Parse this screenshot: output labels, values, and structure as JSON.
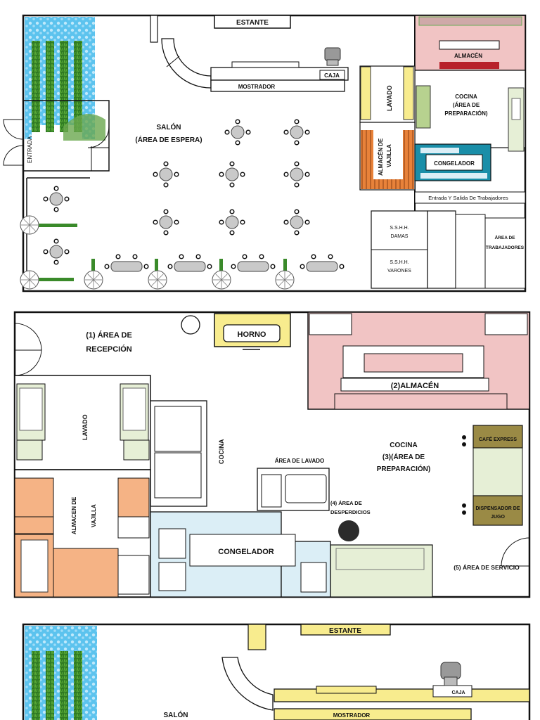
{
  "plan1": {
    "shelf": "ESTANTE",
    "counter": "MOSTRADOR",
    "cashier": "CAJA",
    "storage": "ALMACÉN",
    "kitchen": [
      "COCINA",
      "(ÁREA DE",
      "PREPARACIÓN)"
    ],
    "lounge": [
      "SALÓN",
      "(ÁREA DE ESPERA)"
    ],
    "washing": "LAVADO",
    "tableware": [
      "ALMACÉN DE",
      "VAJILLA"
    ],
    "freezer": "CONGELADOR",
    "staff_door": "Entrada Y Salida De Trabajadores",
    "ladies": [
      "S.S.H.H.",
      "DAMAS"
    ],
    "men": [
      "S.S.H.H.",
      "VARONES"
    ],
    "staff_area": [
      "ÁREA DE",
      "TRABAJADORES"
    ],
    "entrance": "ENTRADA"
  },
  "plan2": {
    "reception": [
      "(1) ÁREA DE",
      "RECEPCIÓN"
    ],
    "oven": "HORNO",
    "storage": "(2)ALMACÉN",
    "kitchen": [
      "COCINA",
      "(3)(ÁREA DE",
      "PREPARACIÓN)"
    ],
    "espresso": "CAFÉ EXPRESS",
    "juice": [
      "DISPENSADOR DE",
      "JUGO"
    ],
    "washing": "LAVADO",
    "cooking": "COCINA",
    "wash_area": "ÁREA DE LAVADO",
    "waste": [
      "(4) ÁREA DE",
      "DESPERDICIOS"
    ],
    "tableware": [
      "ALMACEN DE",
      "VAJILLA"
    ],
    "freezer": "CONGELADOR",
    "service": "(5) ÁREA DE SERVICIO"
  },
  "plan3": {
    "shelf": "ESTANTE",
    "cashier": "CAJA",
    "counter": "MOSTRADOR",
    "lounge": "SALÓN"
  },
  "colors": {
    "wall": "#111111",
    "pink": "#f1c4c4",
    "yellow": "#f8ec8e",
    "orange": "#f5b385",
    "teal": "#1a8ea8",
    "lightblue": "#dbeef6",
    "olive": "#9a8a45",
    "greenpale": "#e6efd6",
    "grass": "#3f8a2a",
    "water": "#4fb8e6"
  }
}
